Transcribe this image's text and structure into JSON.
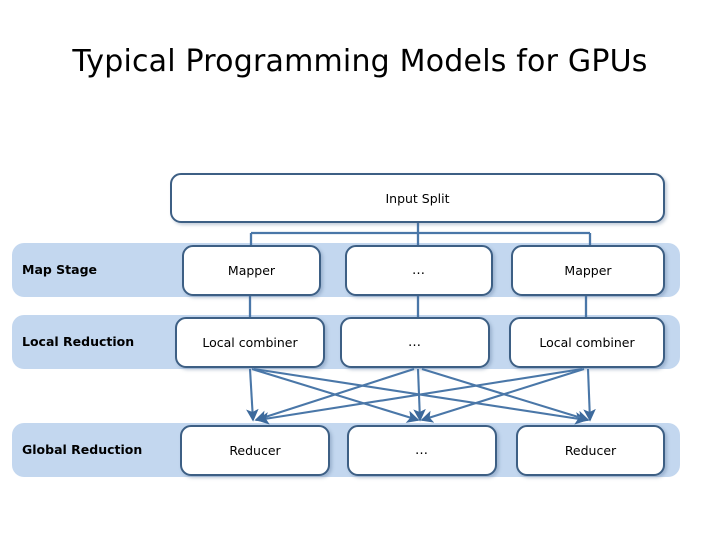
{
  "slide": {
    "title": "Typical Programming Models for GPUs",
    "background_color": "#ffffff"
  },
  "theme": {
    "band_color": "#c3d7ef",
    "box_border_color": "#3d5f84",
    "box_fill_color": "#ffffff",
    "connector_color": "#4a77a8",
    "text_color": "#000000"
  },
  "diagram": {
    "input": {
      "label": "Input Split"
    },
    "stages": [
      {
        "name": "map-stage",
        "label": "Map Stage",
        "nodes": [
          {
            "label": "Mapper"
          },
          {
            "label": "…"
          },
          {
            "label": "Mapper"
          }
        ]
      },
      {
        "name": "local-reduction-stage",
        "label": "Local Reduction",
        "nodes": [
          {
            "label": "Local combiner"
          },
          {
            "label": "…"
          },
          {
            "label": "Local combiner"
          }
        ]
      },
      {
        "name": "global-reduction-stage",
        "label": "Global Reduction",
        "nodes": [
          {
            "label": "Reducer"
          },
          {
            "label": "…"
          },
          {
            "label": "Reducer"
          }
        ]
      }
    ],
    "connections": {
      "input_to_map": "one-to-many-bus",
      "map_to_local": "one-to-one-vertical",
      "local_to_global": "all-to-all-crossing-arrows"
    }
  }
}
